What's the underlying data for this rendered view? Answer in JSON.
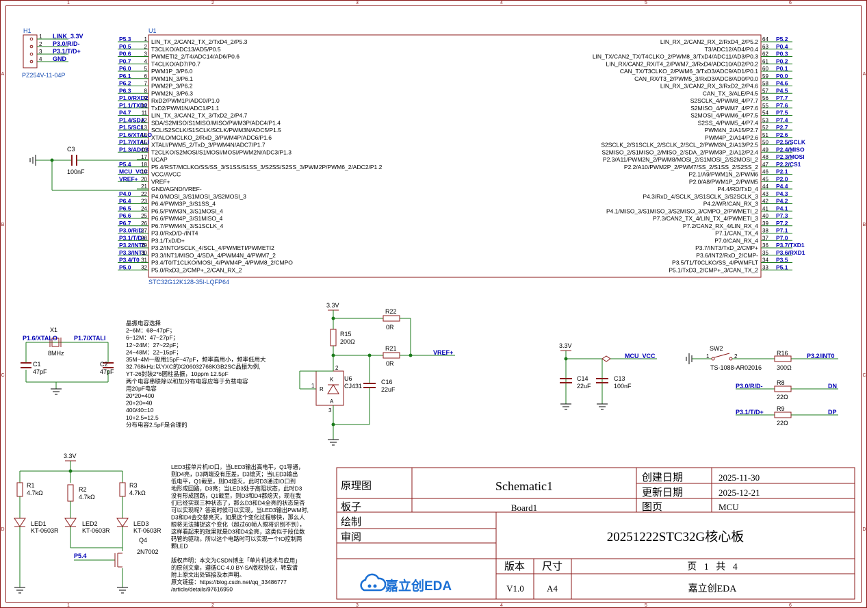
{
  "colors": {
    "frame": "#8b1a1a",
    "wire": "#1a7a1a",
    "net": "#0000b4",
    "text": "#000000",
    "part": "#1a4fb4"
  },
  "frame": {
    "cols_top": [
      "1",
      "2",
      "3",
      "4",
      "5",
      "6"
    ],
    "rows": [
      "A",
      "B",
      "C",
      "D"
    ]
  },
  "h1": {
    "ref": "H1",
    "value": "PZ254V-11-04P",
    "pins": [
      {
        "n": "1",
        "net": "LINK_3.3V"
      },
      {
        "n": "2",
        "net": "P3.0/R/D-"
      },
      {
        "n": "3",
        "net": "P3.1/T/D+"
      },
      {
        "n": "4",
        "net": "GND"
      }
    ]
  },
  "u1": {
    "ref": "U1",
    "value": "STC32G12K128-35I-LQFP64",
    "left_pins": [
      {
        "n": "1",
        "name": "LIN_TX_2/CAN2_TX_2/TxD4_2/P5.3",
        "net": "P5.3"
      },
      {
        "n": "2",
        "name": "T3CLKO/ADC13/AD5/P0.5",
        "net": "P0.5"
      },
      {
        "n": "3",
        "name": "PWMETI2_2/T4/ADC14/AD6/P0.6",
        "net": "P0.6"
      },
      {
        "n": "4",
        "name": "T4CLKO/AD7/P0.7",
        "net": "P0.7"
      },
      {
        "n": "5",
        "name": "PWM1P_3/P6.0",
        "net": "P6.0"
      },
      {
        "n": "6",
        "name": "PWM1N_3/P6.1",
        "net": "P6.1"
      },
      {
        "n": "7",
        "name": "PWM2P_3/P6.2",
        "net": "P6.2"
      },
      {
        "n": "8",
        "name": "PWM2N_3/P6.3",
        "net": "P6.3"
      },
      {
        "n": "9",
        "name": "RxD2/PWM1P/ADC0/P1.0",
        "net": "P1.0/RXD2"
      },
      {
        "n": "10",
        "name": "TxD2/PWM1N/ADC1/P1.1",
        "net": "P1.1/TXD2"
      },
      {
        "n": "11",
        "name": "LIN_TX_3/CAN2_TX_3/TxD2_2/P4.7",
        "net": "P4.7"
      },
      {
        "n": "12",
        "name": "SDA/S2MISO/S1MISO/MISO/PWM3P/ADC4/P1.4",
        "net": "P1.4/SDA"
      },
      {
        "n": "13",
        "name": "SCL/S2SCLK/S1SCLK/SCLK/PWM3N/ADC5/P1.5",
        "net": "P1.5/SCL"
      },
      {
        "n": "14",
        "name": "XTALO/MCLKO_2/RxD_3/PWM4P/ADC6/P1.6",
        "net": "P1.6/XTALO"
      },
      {
        "n": "15",
        "name": "XTALI/PWM5_2/TxD_3/PWM4N/ADC7/P1.7",
        "net": "P1.7/XTALI"
      },
      {
        "n": "16",
        "name": "T2CLKO/S2MOSI/S1MOSI/MOSI/PWM2N/ADC3/P1.3",
        "net": "P1.3/ADC3"
      },
      {
        "n": "17",
        "name": "UCAP",
        "net": ""
      },
      {
        "n": "18",
        "name": "P5.4/RST/MCLKO/SS/SS_3/S1SS/S1SS_3/S2SS/S2SS_3/PWM2P/PWM6_2/ADC2/P1.2",
        "net": "P5.4"
      },
      {
        "n": "19",
        "name": "VCC/AVCC",
        "net": "MCU_VCC"
      },
      {
        "n": "20",
        "name": "VREF+",
        "net": "VREF+"
      },
      {
        "n": "21",
        "name": "GND/AGND/VREF-",
        "net": ""
      },
      {
        "n": "22",
        "name": "P4.0/MOSI_3/S1MOSI_3/S2MOSI_3",
        "net": "P4.0"
      },
      {
        "n": "23",
        "name": "P6.4/PWM3P_3/S1SS_4",
        "net": "P6.4"
      },
      {
        "n": "24",
        "name": "P6.5/PWM3N_3/S1MOSI_4",
        "net": "P6.5"
      },
      {
        "n": "25",
        "name": "P6.6/PWM4P_3/S1MISO_4",
        "net": "P6.6"
      },
      {
        "n": "26",
        "name": "P6.7/PWM4N_3/S1SCLK_4",
        "net": "P6.7"
      },
      {
        "n": "27",
        "name": "P3.0/RxD/D-/INT4",
        "net": "P3.0/R/D-"
      },
      {
        "n": "28",
        "name": "P3.1/TxD/D+",
        "net": "P3.1/T/D+"
      },
      {
        "n": "29",
        "name": "P3.2/INTO/SCLK_4/SCL_4/PWMETI/PWMETI2",
        "net": "P3.2/INT0"
      },
      {
        "n": "30",
        "name": "P3.3/INT1/MISO_4/SDA_4/PWM4N_4/PWM7_2",
        "net": "P3.3/INT1"
      },
      {
        "n": "31",
        "name": "P3.4/T0/T1CLKO/MOSI_4/PWM4P_4/PWM8_2/CMPO",
        "net": "P3.4/T0"
      },
      {
        "n": "32",
        "name": "P5.0/RxD3_2/CMP+_2/CAN_RX_2",
        "net": "P5.0"
      }
    ],
    "right_pins": [
      {
        "n": "64",
        "name": "LIN_RX_2/CAN2_RX_2/RxD4_2/P5.2",
        "net": "P5.2"
      },
      {
        "n": "63",
        "name": "T3/ADC12/AD4/P0.4",
        "net": "P0.4"
      },
      {
        "n": "62",
        "name": "LIN_TX/CAN2_TX/T4CLKO_2/PWM8_3/TxD4/ADC11/AD3/P0.3",
        "net": "P0.3"
      },
      {
        "n": "61",
        "name": "LIN_RX/CAN2_RX/T4_2/PWM7_3/RxD4/ADC10/AD2/P0.2",
        "net": "P0.2"
      },
      {
        "n": "60",
        "name": "CAN_TX/T3CLKO_2/PWM6_3/TxD3/ADC9/AD1/P0.1",
        "net": "P0.1"
      },
      {
        "n": "59",
        "name": "CAN_RX/T3_2/PWM5_3/RxD3/ADC8/AD0/P0.0",
        "net": "P0.0"
      },
      {
        "n": "58",
        "name": "LIN_RX_3/CAN2_RX_3/RxD2_2/P4.6",
        "net": "P4.6"
      },
      {
        "n": "57",
        "name": "CAN_TX_3/ALE/P4.5",
        "net": "P4.5"
      },
      {
        "n": "56",
        "name": "S2SCLK_4/PWM8_4/P7.7",
        "net": "P7.7"
      },
      {
        "n": "55",
        "name": "S2MISO_4/PWM7_4/P7.6",
        "net": "P7.6"
      },
      {
        "n": "54",
        "name": "S2MOSI_4/PWM6_4/P7.5",
        "net": "P7.5"
      },
      {
        "n": "53",
        "name": "S2SS_4/PWM5_4/P7.4",
        "net": "P7.4"
      },
      {
        "n": "52",
        "name": "PWM4N_2/A15/P2.7",
        "net": "P2.7"
      },
      {
        "n": "51",
        "name": "PWM4P_2/A14/P2.6",
        "net": "P2.6"
      },
      {
        "n": "50",
        "name": "S2SCLK_2/S1SCLK_2/SCLK_2/SCL_2/PWM3N_2/A13/P2.5",
        "net": "P2.5/SCLK"
      },
      {
        "n": "49",
        "name": "S2MISO_2/S1MISO_2/MISO_2/SDA_2/PWM3P_2/A12/P2.4",
        "net": "P2.4/MISO"
      },
      {
        "n": "48",
        "name": "P2.3/A11/PWM2N_2/PWM8/MOSI_2/S1MOSI_2/S2MOSI_2",
        "net": "P2.3/MOSI"
      },
      {
        "n": "47",
        "name": "P2.2/A10/PWM2P_2/PWM7/SS_2/S1SS_2/S2SS_2",
        "net": "P2.2/CS1"
      },
      {
        "n": "46",
        "name": "P2.1/A9/PWM1N_2/PWM6",
        "net": "P2.1"
      },
      {
        "n": "45",
        "name": "P2.0/A8/PWM1P_2/PWM5",
        "net": "P2.0"
      },
      {
        "n": "44",
        "name": "P4.4/RD/TxD_4",
        "net": "P4.4"
      },
      {
        "n": "43",
        "name": "P4.3/RxD_4/SCLK_3/S1SCLK_3/S2SCLK_3",
        "net": "P4.3"
      },
      {
        "n": "42",
        "name": "P4.2/WR/CAN_RX_3",
        "net": "P4.2"
      },
      {
        "n": "41",
        "name": "P4.1/MISO_3/S1MISO_3/S2MISO_3/CMPO_2/PWMETI_2",
        "net": "P4.1"
      },
      {
        "n": "40",
        "name": "P7.3/CAN2_TX_4/LIN_TX_4/PWMETI_3",
        "net": "P7.3"
      },
      {
        "n": "39",
        "name": "P7.2/CAN2_RX_4/LIN_RX_4",
        "net": "P7.2"
      },
      {
        "n": "38",
        "name": "P7.1/CAN_TX_4",
        "net": "P7.1"
      },
      {
        "n": "37",
        "name": "P7.0/CAN_RX_4",
        "net": "P7.0"
      },
      {
        "n": "36",
        "name": "P3.7/INT3/TxD_2/CMP+",
        "net": "P3.7/TXD1"
      },
      {
        "n": "35",
        "name": "P3.6/INT2/RxD_2/CMP-",
        "net": "P3.6/RXD1"
      },
      {
        "n": "34",
        "name": "P3.5/T1/T0CLKO/SS_4/PWMFLT",
        "net": "P3.5"
      },
      {
        "n": "33",
        "name": "P5.1/TxD3_2/CMP+_3/CAN_TX_2",
        "net": "P5.1"
      }
    ]
  },
  "c3": {
    "ref": "C3",
    "value": "100nF"
  },
  "xtal": {
    "ref": "X1",
    "value": "8MHz",
    "net_l": "P1.6/XTALO",
    "net_r": "P1.7/XTALI",
    "c1": {
      "ref": "C1",
      "value": "47pF"
    },
    "c2": {
      "ref": "C2",
      "value": "47pF"
    }
  },
  "xtal_note": [
    "晶振电容选择",
    "2~6M：68~47pF；",
    "6~12M：47~27pF；",
    "12~24M：27~22pF；",
    "24~48M：22~15pF；",
    "35M~4M一般用15pF~47pF，频率高用小，频率低用大",
    "32.768kHz:以YXC的X206032768KGB2SC晶振为例,",
    "YT-26封装2*6圆柱晶振，10ppm 12.5pF",
    "两个电容串联除以和加分布电容应等于负载电容",
    "用20pF电容",
    "20*20=400",
    "20+20=40",
    "400/40=10",
    "10+2.5=12.5",
    "分布电容2.5pF是合理的"
  ],
  "vref": {
    "supply": "3.3V",
    "r22": {
      "ref": "R22",
      "value": "0R"
    },
    "r15": {
      "ref": "R15",
      "value": "200Ω"
    },
    "r21": {
      "ref": "R21",
      "value": "0R"
    },
    "net": "VREF+",
    "u6": {
      "ref": "U6",
      "value": "CJ431"
    },
    "c16": {
      "ref": "C16",
      "value": "22uF"
    },
    "pin_r": "R",
    "pin_k": "K",
    "pin_a": "A",
    "pin1": "1",
    "pin2": "2",
    "pin3": "3"
  },
  "mcuvcc": {
    "supply": "3.3V",
    "net": "MCU_VCC",
    "c14": {
      "ref": "C14",
      "value": "22uF"
    },
    "c13": {
      "ref": "C13",
      "value": "100nF"
    }
  },
  "sw2": {
    "ref": "SW2",
    "value": "TS-1088-AR02016",
    "p1": "1",
    "p2": "2",
    "r16": {
      "ref": "R16",
      "value": "300Ω"
    },
    "net": "P3.2/INT0"
  },
  "usb": {
    "r8": {
      "ref": "R8",
      "value": "22Ω"
    },
    "r9": {
      "ref": "R9",
      "value": "22Ω"
    },
    "n1": "P3.0/R/D-",
    "n2": "P3.1/T/D+",
    "dn": "DN",
    "dp": "DP"
  },
  "leds": {
    "supply": "3.3V",
    "r1": {
      "ref": "R1",
      "value": "4.7kΩ"
    },
    "r2": {
      "ref": "R2",
      "value": "4.7kΩ"
    },
    "r3": {
      "ref": "R3",
      "value": "4.7kΩ"
    },
    "led1": {
      "ref": "LED1",
      "value": "KT-0603R"
    },
    "led2": {
      "ref": "LED2",
      "value": "KT-0603R"
    },
    "led3": {
      "ref": "LED3",
      "value": "KT-0603R"
    },
    "q4": {
      "ref": "Q4",
      "value": "2N7002"
    },
    "net": "P5.4"
  },
  "led_note": [
    "LED3接单片机IO口。当LED3输出高电平，Q1导通，",
    "则D4亮，D3两端没有压差，D3熄灭；当LED3输出",
    "低电平，Q1截至，则D4熄灭，此时D3通过IO口到",
    "地形成回路，D3亮；当LED3处于高阻状态，此时D3",
    "没有形成回路，Q1截至，则D3和D4都熄灭，现在我",
    "们已经实现三种状态了，那么D3和D4全亮的状态是否",
    "可以实现呢？答案时候可以实现，当LED3输出PWM时,",
    "D3和D4会交替亮灭，如果这个变化过程够快，那么人",
    "眼将无法捕捉这个变化（超过60帧人眼将识别不到），",
    "这样看起来的效果就是D3和D4全亮，这类似于段位数",
    "码管的驱动。所以这个电路时可以实现一个IO控制两",
    "颗LED",
    "",
    "版权声明：本文为CSDN博主「单片机技术与应用」",
    "的原创文章，遵循CC 4.0 BY-SA版权协议，转载请",
    "附上原文出处链接及本声明。",
    "原文链接：https://blog.csdn.net/qq_33486777",
    "/article/details/97616950"
  ],
  "title": {
    "l_schematic": "原理图",
    "schematic": "Schematic1",
    "l_created": "创建日期",
    "created": "2025-11-30",
    "l_updated": "更新日期",
    "updated": "2025-12-21",
    "l_board": "板子",
    "board": "Board1",
    "l_page": "图页",
    "page": "MCU",
    "l_draw": "绘制",
    "l_review": "审阅",
    "project": "20251222STC32G核心板",
    "l_version": "版本",
    "l_size": "尺寸",
    "version": "V1.0",
    "size": "A4",
    "page_count": "页   1   共   4",
    "company": "嘉立创EDA",
    "logo": "嘉立创EDA"
  }
}
